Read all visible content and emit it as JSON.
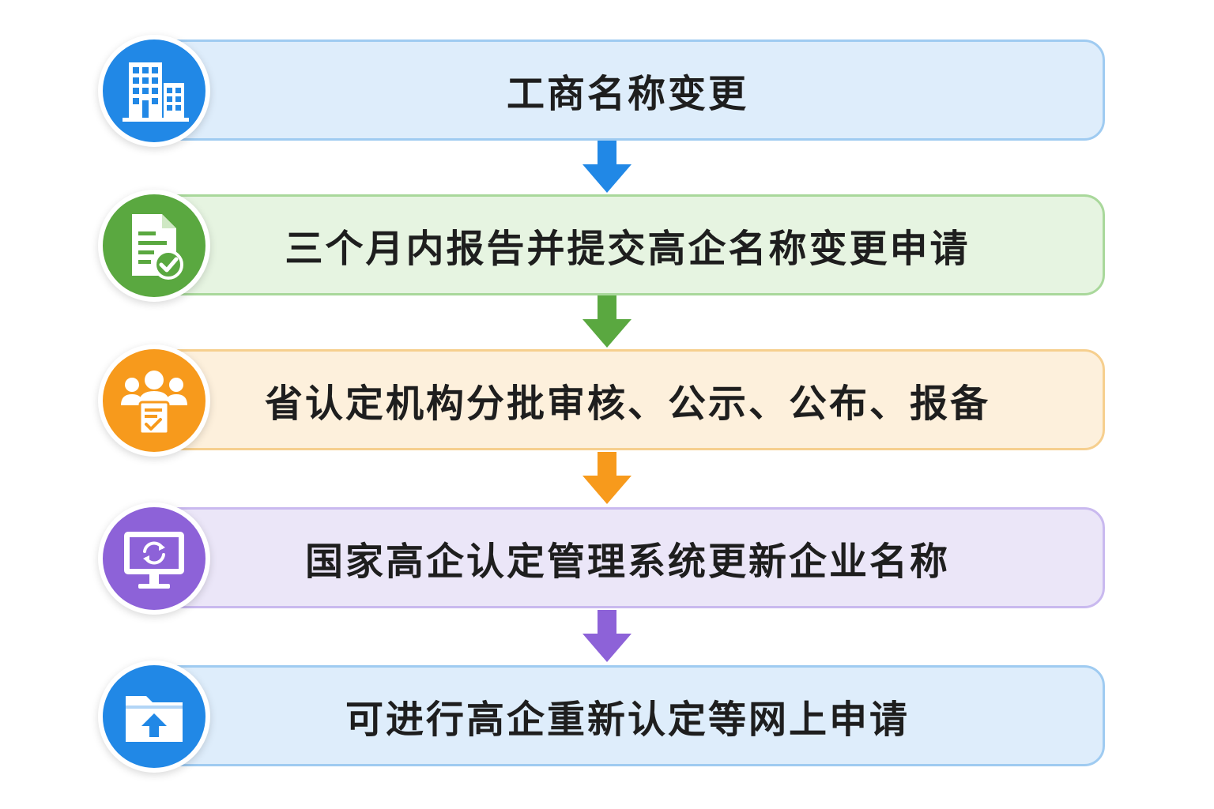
{
  "steps": [
    {
      "label": "工商名称变更",
      "icon": "office-building-icon",
      "color": "#2188e6"
    },
    {
      "label": "三个月内报告并提交高企名称变更申请",
      "icon": "document-check-icon",
      "color": "#5aa840"
    },
    {
      "label": "省认定机构分批审核、公示、公布、报备",
      "icon": "people-review-icon",
      "color": "#f79a1c"
    },
    {
      "label": "国家高企认定管理系统更新企业名称",
      "icon": "monitor-refresh-icon",
      "color": "#8d62d8"
    },
    {
      "label": "可进行高企重新认定等网上申请",
      "icon": "folder-upload-icon",
      "color": "#2188e6"
    }
  ],
  "arrows": [
    {
      "color": "#2188e6"
    },
    {
      "color": "#5aa840"
    },
    {
      "color": "#f79a1c"
    },
    {
      "color": "#8d62d8"
    }
  ]
}
